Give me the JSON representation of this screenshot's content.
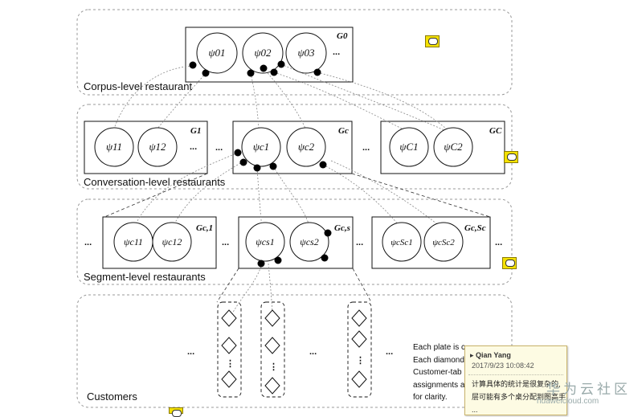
{
  "levels": {
    "corpus": "Corpus-level restaurant",
    "conversation": "Conversation-level restaurants",
    "segment": "Segment-level restaurants",
    "customers": "Customers"
  },
  "nodes": {
    "corpus": [
      "ψ01",
      "ψ02",
      "ψ03"
    ],
    "conv_1": [
      "ψ11",
      "ψ12"
    ],
    "conv_c": [
      "ψc1",
      "ψc2"
    ],
    "conv_C": [
      "ψC1",
      "ψC2"
    ],
    "seg_1": [
      "ψc11",
      "ψc12"
    ],
    "seg_s": [
      "ψcs1",
      "ψcs2"
    ],
    "seg_S": [
      "ψcSc1",
      "ψcSc2"
    ]
  },
  "groups": {
    "g0": "G0",
    "g1": "G1",
    "gc": "Gc",
    "gC": "GC",
    "gc1": "Gc,1",
    "gcs": "Gc,s",
    "gcS": "Gc,Sc"
  },
  "ellipsis": "...",
  "vdots": "⋮",
  "note_lines": [
    "Each plate is c",
    "Each diamond",
    "Customer-tab",
    "assignments a",
    "for clarity."
  ],
  "comment": {
    "author": "Qian Yang",
    "date": "2017/9/23 10:08:42",
    "lines": [
      "计算具体的统计是很复杂的,",
      "层可能有多个桌分配到图高手",
      "..."
    ]
  },
  "watermark": {
    "text": "华为云社区",
    "url": "huaweicloud.com"
  },
  "colors": {
    "note_icon": "#f4e100",
    "popup_bg": "#fdfbe3"
  }
}
